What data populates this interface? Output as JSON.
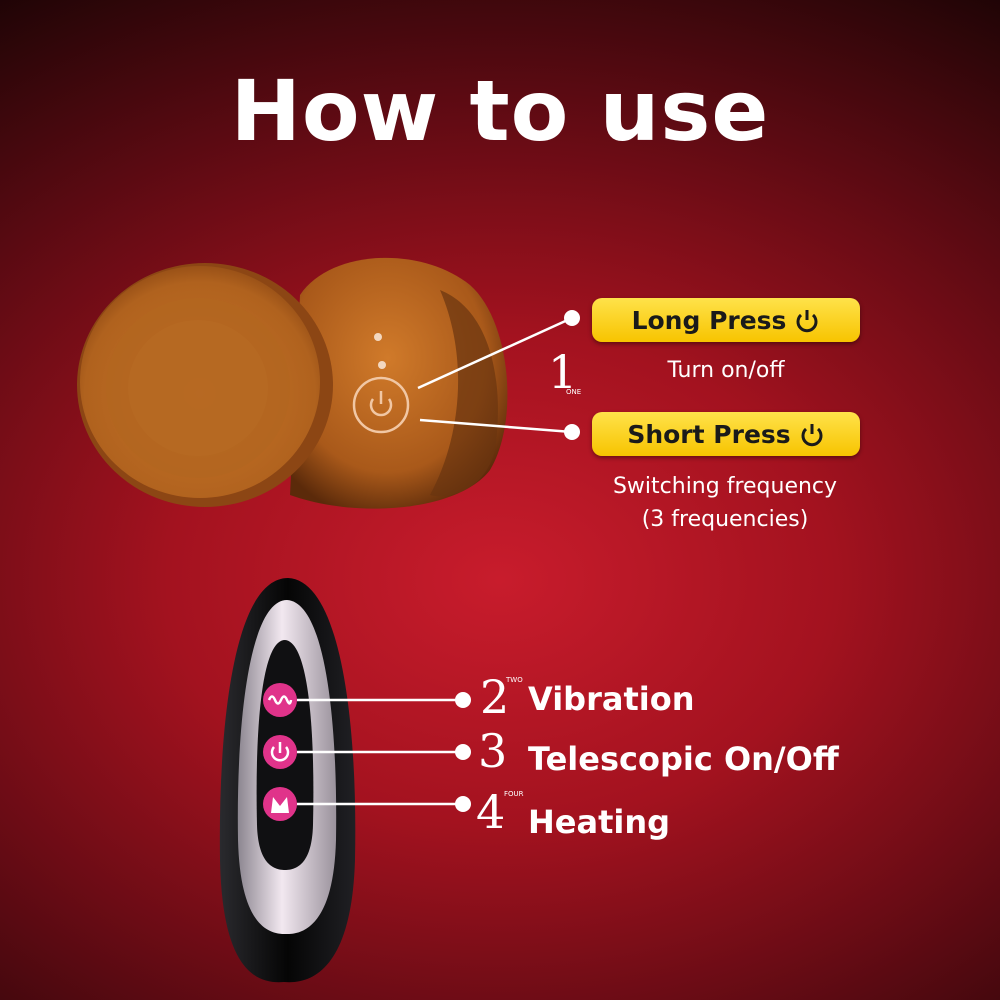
{
  "title": "How to use",
  "step1": {
    "number": "1",
    "small": "ONE",
    "long_press": "Long Press",
    "long_caption": "Turn on/off",
    "short_press": "Short Press",
    "short_caption_line1": "Switching frequency",
    "short_caption_line2": "(3 frequencies)"
  },
  "features": [
    {
      "number": "2",
      "small": "TWO",
      "label": "Vibration"
    },
    {
      "number": "3",
      "small": "",
      "label": "Telescopic On/Off"
    },
    {
      "number": "4",
      "small": "FOUR",
      "label": "Heating"
    }
  ],
  "icons": [
    "power-icon",
    "vibration-icon",
    "heating-icon"
  ],
  "colors": {
    "background": "#b3141f",
    "pill": "#f7c400",
    "button": "#e0338a",
    "product": "#b8661f"
  }
}
